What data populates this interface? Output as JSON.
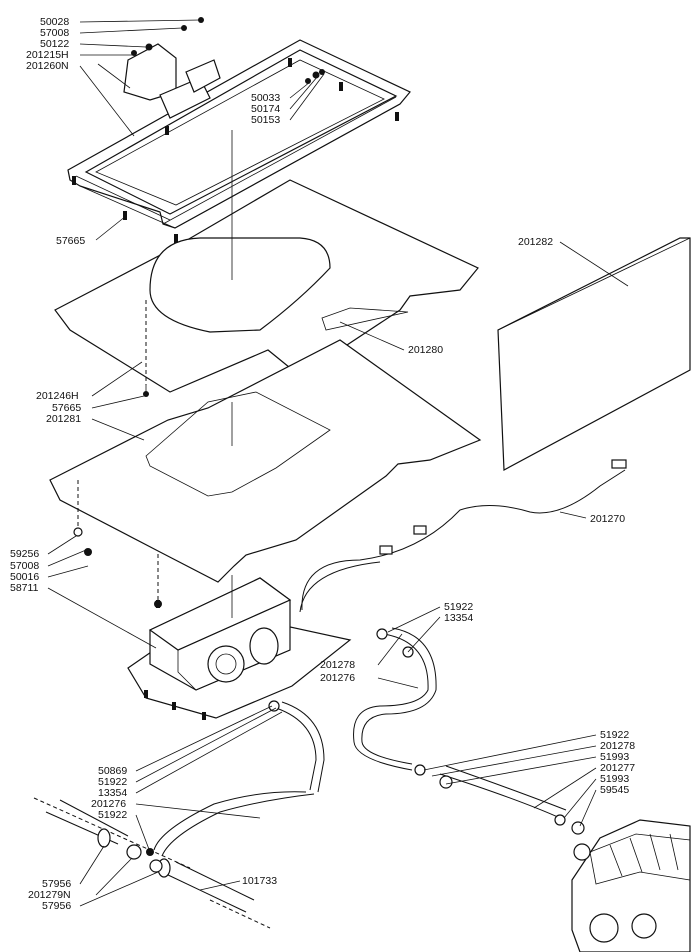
{
  "diagram": {
    "labels": {
      "l50028": "50028",
      "l57008a": "57008",
      "l50122": "50122",
      "l201215h": "201215H",
      "l201260n": "201260N",
      "l50033": "50033",
      "l50174": "50174",
      "l50153": "50153",
      "l57665a": "57665",
      "l201282": "201282",
      "l201280": "201280",
      "l201246h": "201246H",
      "l57665b": "57665",
      "l201281": "201281",
      "l201270": "201270",
      "l59256": "59256",
      "l57008b": "57008",
      "l50016": "50016",
      "l58711": "58711",
      "l51922a": "51922",
      "l13354a": "13354",
      "l201278a": "201278",
      "l201276a": "201276",
      "l51922b": "51922",
      "l201278b": "201278",
      "l51993a": "51993",
      "l201277": "201277",
      "l51993b": "51993",
      "l59545": "59545",
      "l50869": "50869",
      "l51922c": "51922",
      "l13354b": "13354",
      "l201276b": "201276",
      "l51922d": "51922",
      "l57956a": "57956",
      "l201279n": "201279N",
      "l57956b": "57956",
      "l101733": "101733"
    }
  }
}
